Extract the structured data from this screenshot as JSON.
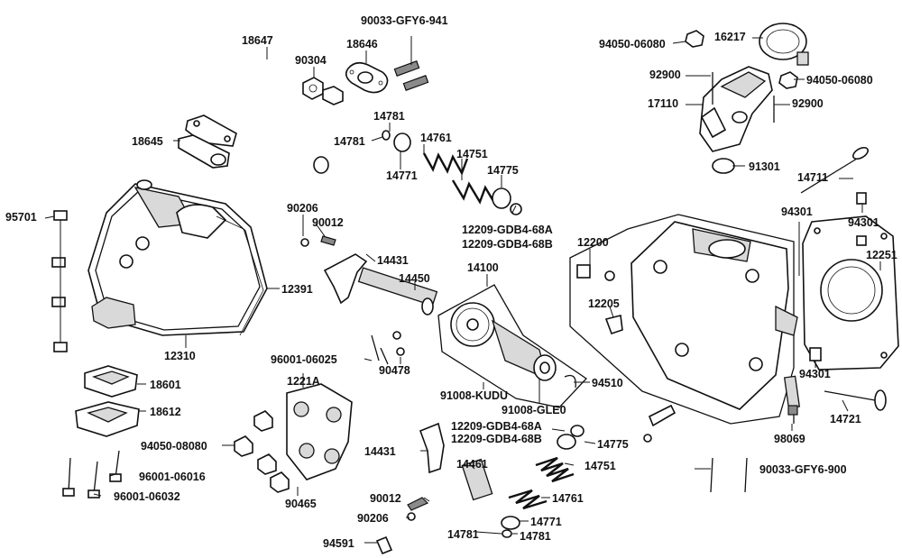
{
  "diagram": {
    "labels": [
      {
        "id": "l01",
        "text": "18647"
      },
      {
        "id": "l02",
        "text": "90304"
      },
      {
        "id": "l03",
        "text": "18646"
      },
      {
        "id": "l04",
        "text": "90033-GFY6-941"
      },
      {
        "id": "l05",
        "text": "94050-06080"
      },
      {
        "id": "l06",
        "text": "16217"
      },
      {
        "id": "l07",
        "text": "92900"
      },
      {
        "id": "l08",
        "text": "94050-06080"
      },
      {
        "id": "l09",
        "text": "17110"
      },
      {
        "id": "l10",
        "text": "92900"
      },
      {
        "id": "l11",
        "text": "14781"
      },
      {
        "id": "l12",
        "text": "14781"
      },
      {
        "id": "l13",
        "text": "14761"
      },
      {
        "id": "l14",
        "text": "18645"
      },
      {
        "id": "l15",
        "text": "14751"
      },
      {
        "id": "l16",
        "text": "14771"
      },
      {
        "id": "l17",
        "text": "14775"
      },
      {
        "id": "l18",
        "text": "91301"
      },
      {
        "id": "l19",
        "text": "14711"
      },
      {
        "id": "l20",
        "text": "95701"
      },
      {
        "id": "l21",
        "text": "90206"
      },
      {
        "id": "l22",
        "text": "90012"
      },
      {
        "id": "l23",
        "text": "12209-GDB4-68A"
      },
      {
        "id": "l24",
        "text": "12209-GDB4-68B"
      },
      {
        "id": "l25",
        "text": "94301"
      },
      {
        "id": "l26",
        "text": "94301"
      },
      {
        "id": "l27",
        "text": "12200"
      },
      {
        "id": "l28",
        "text": "12251"
      },
      {
        "id": "l29",
        "text": "14431"
      },
      {
        "id": "l30",
        "text": "14100"
      },
      {
        "id": "l31",
        "text": "14450"
      },
      {
        "id": "l32",
        "text": "12391"
      },
      {
        "id": "l33",
        "text": "12205"
      },
      {
        "id": "l34",
        "text": "12310"
      },
      {
        "id": "l35",
        "text": "96001-06025"
      },
      {
        "id": "l36",
        "text": "90478"
      },
      {
        "id": "l37",
        "text": "94301"
      },
      {
        "id": "l38",
        "text": "1221A"
      },
      {
        "id": "l39",
        "text": "18601"
      },
      {
        "id": "l40",
        "text": "94510"
      },
      {
        "id": "l41",
        "text": "91008-KUDU"
      },
      {
        "id": "l42",
        "text": "91008-GLE0"
      },
      {
        "id": "l43",
        "text": "14721"
      },
      {
        "id": "l44",
        "text": "18612"
      },
      {
        "id": "l45",
        "text": "12209-GDB4-68A"
      },
      {
        "id": "l46",
        "text": "12209-GDB4-68B"
      },
      {
        "id": "l47",
        "text": "14775"
      },
      {
        "id": "l48",
        "text": "98069"
      },
      {
        "id": "l49",
        "text": "94050-08080"
      },
      {
        "id": "l50",
        "text": "14431"
      },
      {
        "id": "l51",
        "text": "14461"
      },
      {
        "id": "l52",
        "text": "14751"
      },
      {
        "id": "l53",
        "text": "90033-GFY6-900"
      },
      {
        "id": "l54",
        "text": "96001-06016"
      },
      {
        "id": "l55",
        "text": "90465"
      },
      {
        "id": "l56",
        "text": "96001-06032"
      },
      {
        "id": "l57",
        "text": "90012"
      },
      {
        "id": "l58",
        "text": "14761"
      },
      {
        "id": "l59",
        "text": "90206"
      },
      {
        "id": "l60",
        "text": "14771"
      },
      {
        "id": "l61",
        "text": "14781"
      },
      {
        "id": "l62",
        "text": "14781"
      },
      {
        "id": "l63",
        "text": "94591"
      }
    ]
  }
}
